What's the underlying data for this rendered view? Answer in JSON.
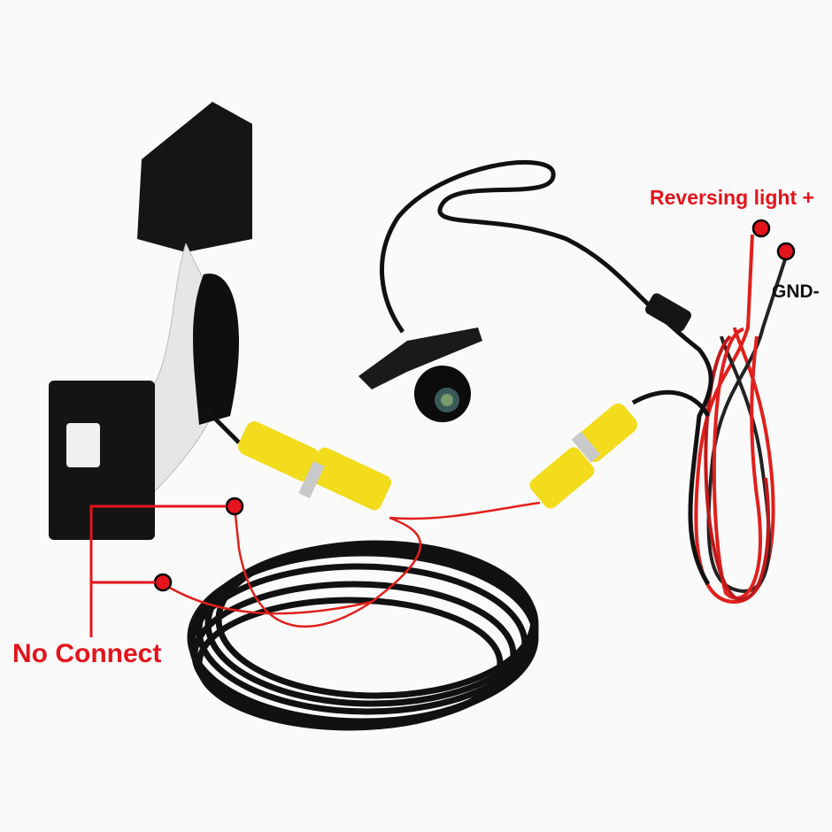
{
  "labels": {
    "reversing_light": "Reversing light +",
    "gnd": "GND-",
    "no_connect": "No Connect"
  },
  "colors": {
    "annotation_red": "#e3141b",
    "connector_yellow": "#f2dc1c",
    "cable_black": "#111111",
    "wire_red": "#e0201c"
  }
}
